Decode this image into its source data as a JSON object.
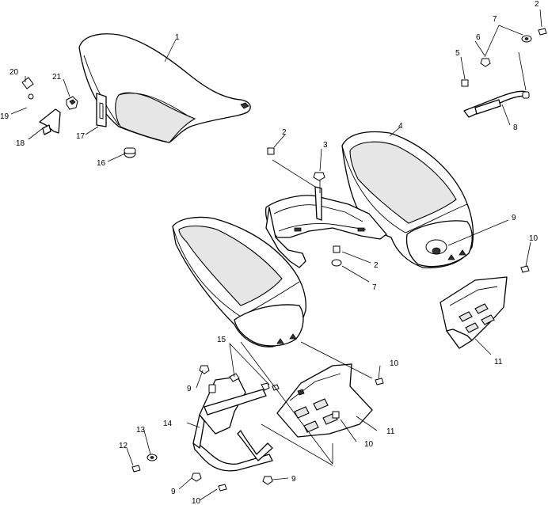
{
  "diagram": {
    "callouts": [
      {
        "id": "c1",
        "text": "1"
      },
      {
        "id": "c2a",
        "text": "2"
      },
      {
        "id": "c7a",
        "text": "7"
      },
      {
        "id": "c6",
        "text": "6"
      },
      {
        "id": "c5",
        "text": "5"
      },
      {
        "id": "c8",
        "text": "8"
      },
      {
        "id": "c20",
        "text": "20"
      },
      {
        "id": "c21",
        "text": "21"
      },
      {
        "id": "c19",
        "text": "19"
      },
      {
        "id": "c18",
        "text": "18"
      },
      {
        "id": "c17",
        "text": "17"
      },
      {
        "id": "c16",
        "text": "16"
      },
      {
        "id": "c2b",
        "text": "2"
      },
      {
        "id": "c3",
        "text": "3"
      },
      {
        "id": "c4",
        "text": "4"
      },
      {
        "id": "c9a",
        "text": "9"
      },
      {
        "id": "c10a",
        "text": "10"
      },
      {
        "id": "c2c",
        "text": "2"
      },
      {
        "id": "c7b",
        "text": "7"
      },
      {
        "id": "c11a",
        "text": "11"
      },
      {
        "id": "c15",
        "text": "15"
      },
      {
        "id": "c9b",
        "text": "9"
      },
      {
        "id": "c10b",
        "text": "10"
      },
      {
        "id": "c14",
        "text": "14"
      },
      {
        "id": "c11b",
        "text": "11"
      },
      {
        "id": "c13",
        "text": "13"
      },
      {
        "id": "c12",
        "text": "12"
      },
      {
        "id": "c10c",
        "text": "10"
      },
      {
        "id": "c9c",
        "text": "9"
      },
      {
        "id": "c9d",
        "text": "9"
      },
      {
        "id": "c10d",
        "text": "10"
      }
    ]
  }
}
